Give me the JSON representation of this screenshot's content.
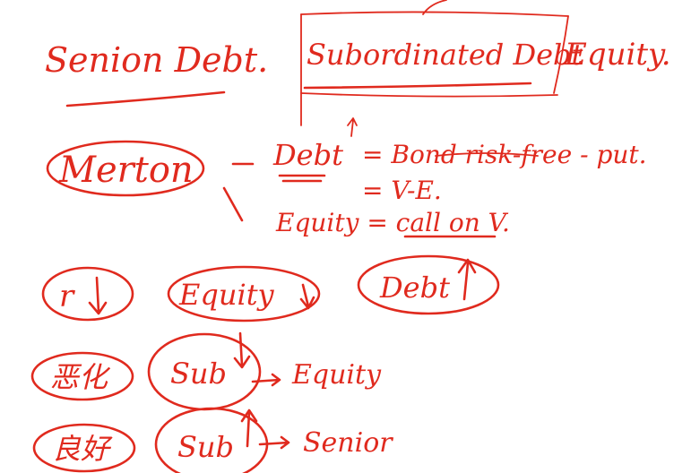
{
  "header": {
    "senior_debt": "Senion Debt.",
    "subordinated_debt": "Subordinated Debt",
    "equity": "Equity."
  },
  "merton": {
    "label": "Merton",
    "debt_line": "Debt",
    "debt_eq1": "= Bond risk-free - put.",
    "debt_eq2": "= V-E.",
    "equity_line": "Equity = call on V."
  },
  "row_rate": {
    "r": "r",
    "equity": "Equity",
    "debt": "Debt"
  },
  "row_deteriorate": {
    "label": "恶化",
    "sub": "Sub",
    "target": "Equity"
  },
  "row_improve": {
    "label": "良好",
    "sub": "Sub",
    "target": "Senior"
  }
}
